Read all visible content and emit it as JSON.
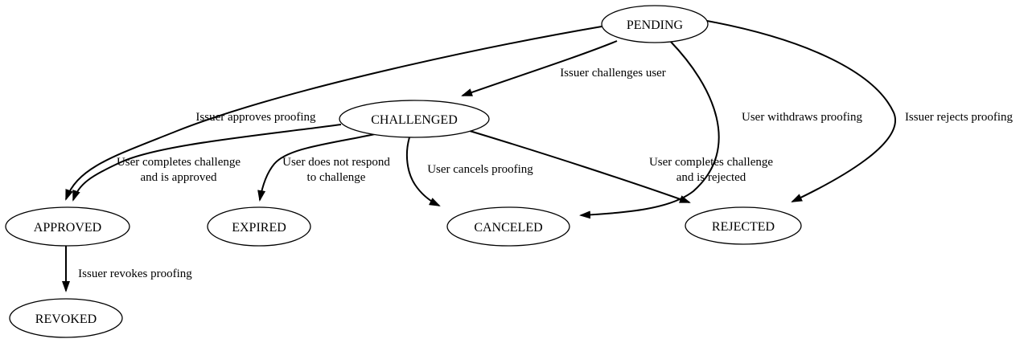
{
  "diagram": {
    "type": "state-machine-graph",
    "colors": {
      "background": "#ffffff",
      "node_fill": "#ffffff",
      "stroke": "#000000",
      "text": "#000000"
    },
    "nodes": {
      "pending": {
        "label": "PENDING"
      },
      "challenged": {
        "label": "CHALLENGED"
      },
      "approved": {
        "label": "APPROVED"
      },
      "expired": {
        "label": "EXPIRED"
      },
      "canceled": {
        "label": "CANCELED"
      },
      "rejected": {
        "label": "REJECTED"
      },
      "revoked": {
        "label": "REVOKED"
      }
    },
    "edges": {
      "pending_challenged": {
        "from": "PENDING",
        "to": "CHALLENGED",
        "label": "Issuer challenges user"
      },
      "pending_approved": {
        "from": "PENDING",
        "to": "APPROVED",
        "label": "Issuer approves proofing"
      },
      "pending_canceled": {
        "from": "PENDING",
        "to": "CANCELED",
        "label": "User withdraws proofing"
      },
      "pending_rejected": {
        "from": "PENDING",
        "to": "REJECTED",
        "label": "Issuer rejects proofing"
      },
      "challenged_approved": {
        "from": "CHALLENGED",
        "to": "APPROVED",
        "label_line1": "User completes challenge",
        "label_line2": "and is approved"
      },
      "challenged_expired": {
        "from": "CHALLENGED",
        "to": "EXPIRED",
        "label_line1": "User does not respond",
        "label_line2": "to challenge"
      },
      "challenged_canceled": {
        "from": "CHALLENGED",
        "to": "CANCELED",
        "label": "User cancels proofing"
      },
      "challenged_rejected": {
        "from": "CHALLENGED",
        "to": "REJECTED",
        "label_line1": "User completes challenge",
        "label_line2": "and is rejected"
      },
      "approved_revoked": {
        "from": "APPROVED",
        "to": "REVOKED",
        "label": "Issuer revokes proofing"
      }
    }
  }
}
